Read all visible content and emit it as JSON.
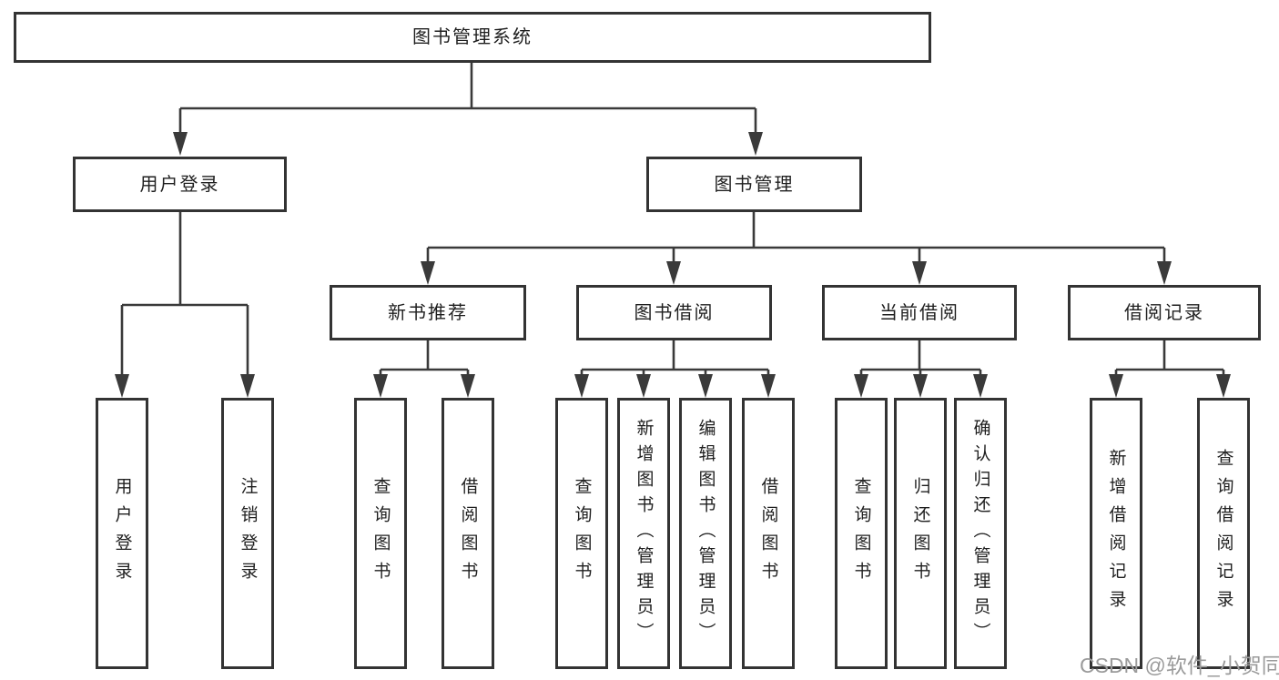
{
  "tree": {
    "root": {
      "label": "图书管理系统"
    },
    "branches": [
      {
        "label": "用户登录",
        "leaves": [
          {
            "label": "用户登录"
          },
          {
            "label": "注销登录"
          }
        ]
      },
      {
        "label": "图书管理",
        "groups": [
          {
            "label": "新书推荐",
            "leaves": [
              {
                "label": "查询图书"
              },
              {
                "label": "借阅图书"
              }
            ]
          },
          {
            "label": "图书借阅",
            "leaves": [
              {
                "label": "查询图书"
              },
              {
                "label": "新增图书（管理员）"
              },
              {
                "label": "编辑图书（管理员）"
              },
              {
                "label": "借阅图书"
              }
            ]
          },
          {
            "label": "当前借阅",
            "leaves": [
              {
                "label": "查询图书"
              },
              {
                "label": "归还图书"
              },
              {
                "label": "确认归还（管理员）"
              }
            ]
          },
          {
            "label": "借阅记录",
            "leaves": [
              {
                "label": "新增借阅记录"
              },
              {
                "label": "查询借阅记录"
              }
            ]
          }
        ]
      }
    ]
  },
  "watermark": {
    "text": "CSDN @软件_小贺同学"
  },
  "colors": {
    "line": "#3a3a3a",
    "box_border": "#333333",
    "text": "#1f1f1f",
    "background": "#ffffff",
    "watermark": "#9b9b9b"
  }
}
